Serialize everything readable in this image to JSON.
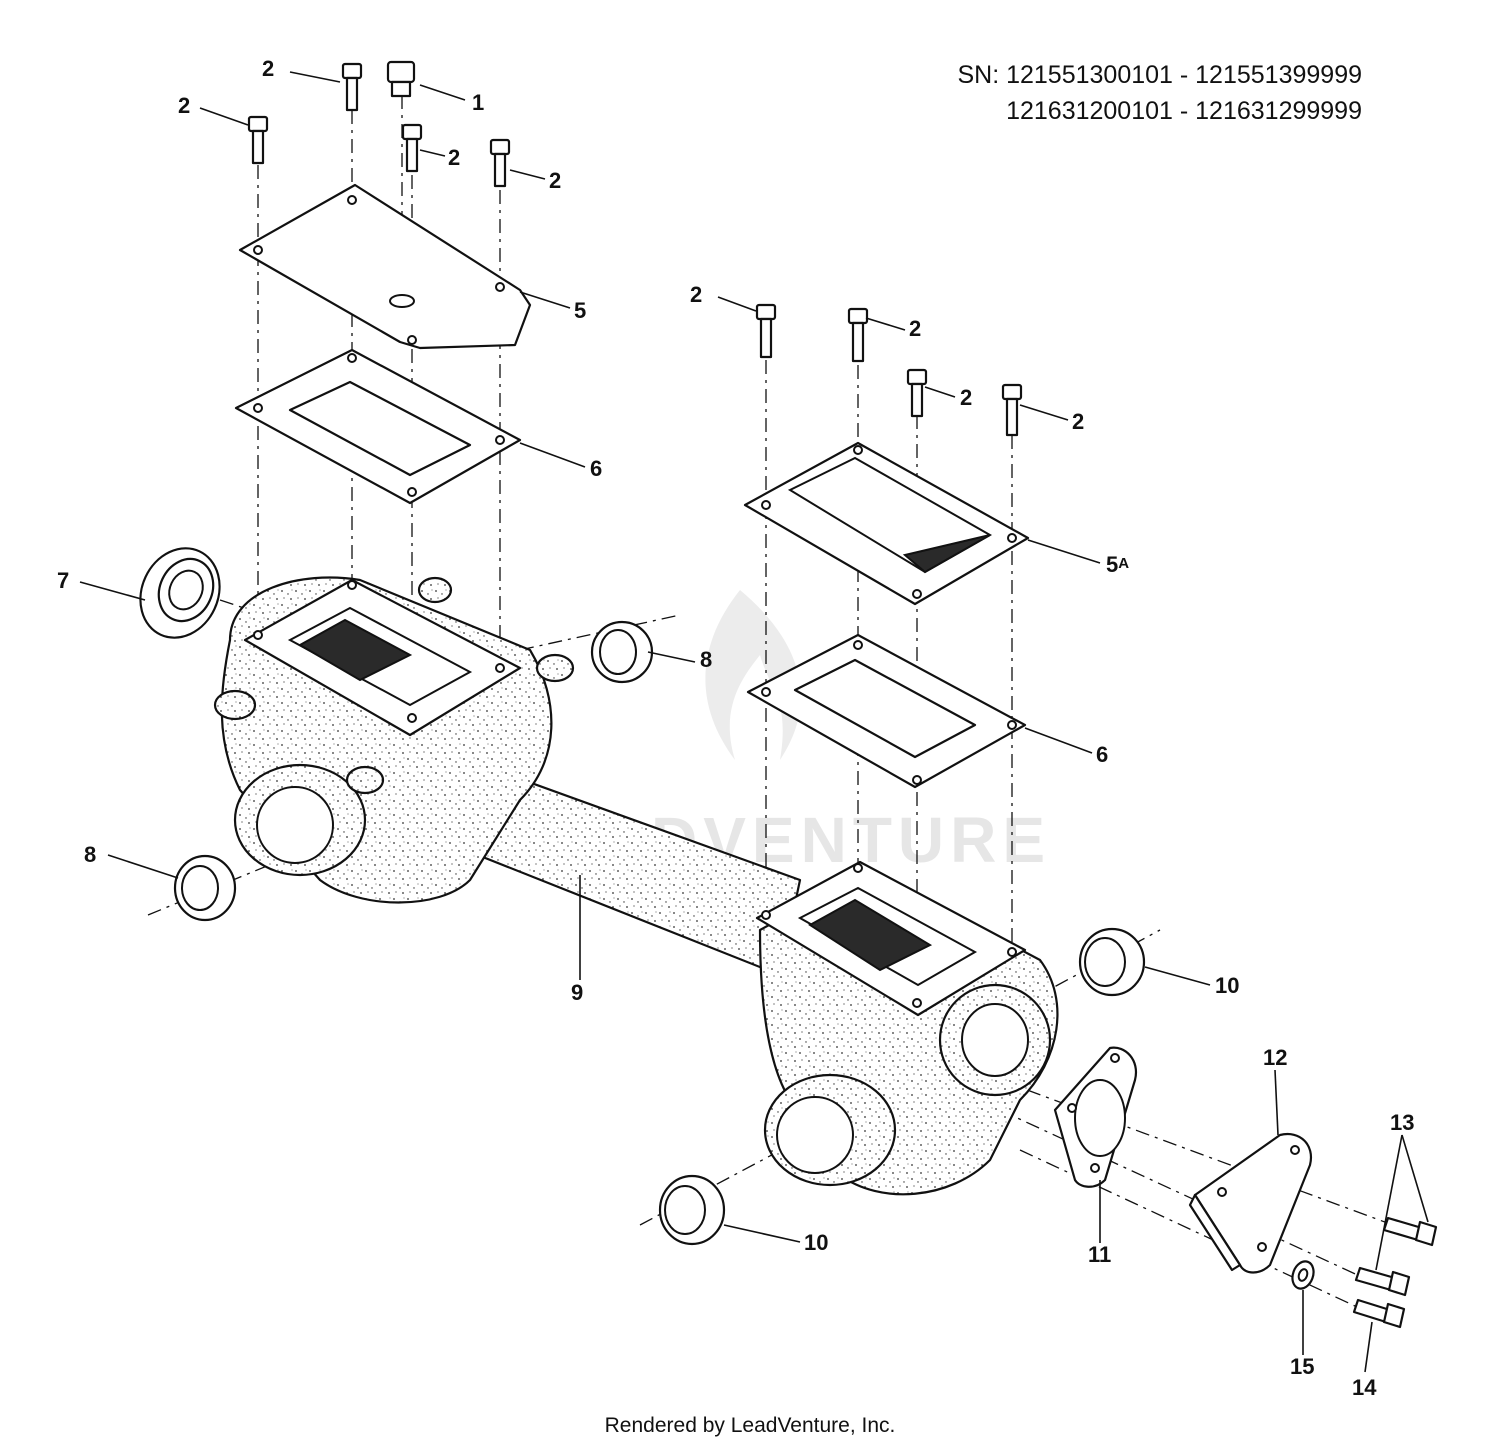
{
  "serial_numbers": {
    "line1": "SN: 121551300101 - 121551399999",
    "line2": "121631200101 - 121631299999"
  },
  "watermark": "LEADVENTURE",
  "footer": "Rendered by LeadVenture, Inc.",
  "callouts": [
    {
      "id": "c-1",
      "label": "1"
    },
    {
      "id": "c-2a",
      "label": "2"
    },
    {
      "id": "c-2b",
      "label": "2"
    },
    {
      "id": "c-2c",
      "label": "2"
    },
    {
      "id": "c-2d",
      "label": "2"
    },
    {
      "id": "c-5",
      "label": "5"
    },
    {
      "id": "c-6a",
      "label": "6"
    },
    {
      "id": "c-2e",
      "label": "2"
    },
    {
      "id": "c-2f",
      "label": "2"
    },
    {
      "id": "c-2g",
      "label": "2"
    },
    {
      "id": "c-2h",
      "label": "2"
    },
    {
      "id": "c-5A",
      "label": "5"
    },
    {
      "id": "c-6b",
      "label": "6"
    },
    {
      "id": "c-7",
      "label": "7"
    },
    {
      "id": "c-8a",
      "label": "8"
    },
    {
      "id": "c-8b",
      "label": "8"
    },
    {
      "id": "c-9",
      "label": "9"
    },
    {
      "id": "c-10a",
      "label": "10"
    },
    {
      "id": "c-10b",
      "label": "10"
    },
    {
      "id": "c-11",
      "label": "11"
    },
    {
      "id": "c-12",
      "label": "12"
    },
    {
      "id": "c-13",
      "label": "13"
    },
    {
      "id": "c-14",
      "label": "14"
    },
    {
      "id": "c-15",
      "label": "15"
    }
  ],
  "callout_suffix_5A": "A"
}
